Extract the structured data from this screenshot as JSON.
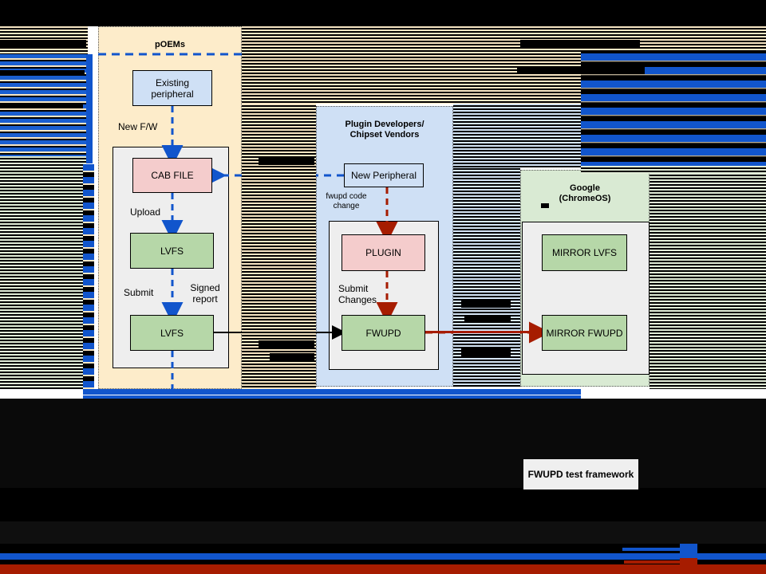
{
  "diagram": {
    "title_hidden": "",
    "lanes": [
      {
        "id": "poems",
        "title": "pOEMs",
        "color": "#fdecca"
      },
      {
        "id": "plugin",
        "title_line1": "Plugin Developers/",
        "title_line2": "Chipset Vendors",
        "color": "#cfe0f5"
      },
      {
        "id": "google",
        "title_line1": "Google",
        "title_line2": "(ChromeOS)",
        "color": "#d9ead3"
      }
    ],
    "nodes": {
      "existing_peripheral_l1": "Existing",
      "existing_peripheral_l2": "peripheral",
      "cab_file": "CAB FILE",
      "lvfs_upload": "LVFS",
      "lvfs_submit": "LVFS",
      "new_peripheral": "New Peripheral",
      "plugin": "PLUGIN",
      "fwupd": "FWUPD",
      "mirror_lvfs": "MIRROR LVFS",
      "mirror_fwupd": "MIRROR FWUPD",
      "test_framework": "FWUPD test framework"
    },
    "edge_labels": {
      "new_fw": "New F/W",
      "upload": "Upload",
      "submit_left": "Submit",
      "signed_report": "Signed report",
      "fwupd_code_change": "fwupd code change",
      "submit_changes": "Submit Changes"
    },
    "colors": {
      "lane_poems": "#fdecca",
      "lane_plugin": "#cfe0f5",
      "lane_google": "#d9ead3",
      "node_pink": "#f4cccc",
      "node_green": "#b6d7a8",
      "node_blue": "#cfe0f5",
      "arrow_blue": "#1155cc",
      "arrow_red": "#a61c00",
      "arrow_black": "#000000",
      "panel_grey": "#eeeeee",
      "corruption_black": "#000000"
    }
  }
}
